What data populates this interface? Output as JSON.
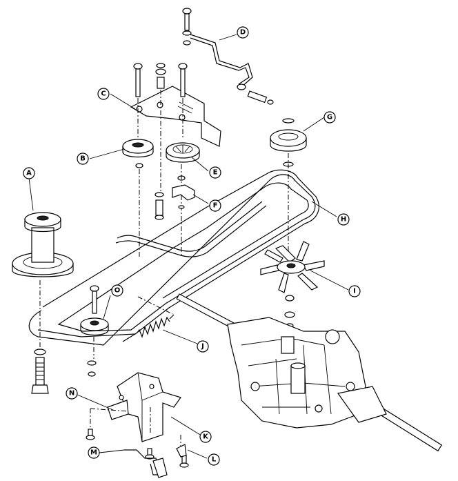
{
  "callouts": [
    {
      "id": "A",
      "label": "A"
    },
    {
      "id": "B",
      "label": "B"
    },
    {
      "id": "C",
      "label": "C"
    },
    {
      "id": "D",
      "label": "D"
    },
    {
      "id": "E",
      "label": "E"
    },
    {
      "id": "F",
      "label": "F"
    },
    {
      "id": "G",
      "label": "G"
    },
    {
      "id": "H1",
      "label": "H"
    },
    {
      "id": "I",
      "label": "I"
    },
    {
      "id": "J",
      "label": "J"
    },
    {
      "id": "K",
      "label": "K"
    },
    {
      "id": "L",
      "label": "L"
    },
    {
      "id": "M",
      "label": "M"
    },
    {
      "id": "N",
      "label": "N"
    },
    {
      "id": "O",
      "label": "O"
    }
  ]
}
